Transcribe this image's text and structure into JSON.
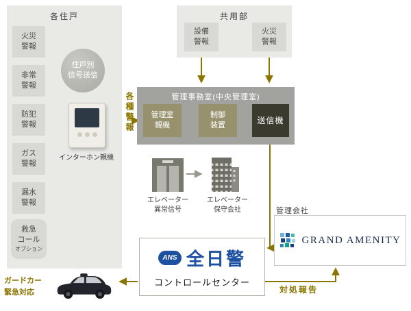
{
  "colors": {
    "accent": "#8a7500",
    "brand_blue": "#1e50a2",
    "brand_navy": "#1b2b4d",
    "panel_bg": "#e9e9e6",
    "box_bg": "#d8d8d4",
    "office_panel_bg": "#a2a29f",
    "office_box_bg": "#97916e",
    "transmitter_bg": "#3a3a2f"
  },
  "unit_section": {
    "title": "各住戸",
    "alarms": [
      "火災\n警報",
      "非常\n警報",
      "防犯\n警報",
      "ガス\n警報",
      "漏水\n警報"
    ],
    "option_alarm": {
      "label": "救急\nコール",
      "note": "オプション"
    },
    "signal_circle": "住戸別\n信号送信",
    "intercom_caption": "インターホン親機"
  },
  "common_section": {
    "title": "共用部",
    "equipment_alarm": "設備\n警報",
    "fire_alarm": "火災\n警報"
  },
  "office_section": {
    "title": "管理事務室(中央管理室)",
    "master_unit": "管理室\n親機",
    "control_device": "制御\n装置",
    "transmitter": "送信機"
  },
  "elevator_section": {
    "signal_label": "エレベーター\n異常信号",
    "maintenance_label": "エレベーター\n保守会社"
  },
  "management_company": {
    "title": "管理会社",
    "name": "GRAND AMENITY"
  },
  "security_company": {
    "badge": "ANS",
    "name": "全日警",
    "caption": "コントロールセンター"
  },
  "flow_labels": {
    "various_alarms": "各種警報",
    "guard_car": "ガードカー\n緊急対応",
    "response_report": "対処報告"
  },
  "icons": {
    "elevator": "elevator-doors-icon",
    "maintenance": "building-icon",
    "guard_car": "patrol-car-icon",
    "brand_mark": "mosaic-squares-icon",
    "ans_badge": "ans-badge-icon"
  }
}
